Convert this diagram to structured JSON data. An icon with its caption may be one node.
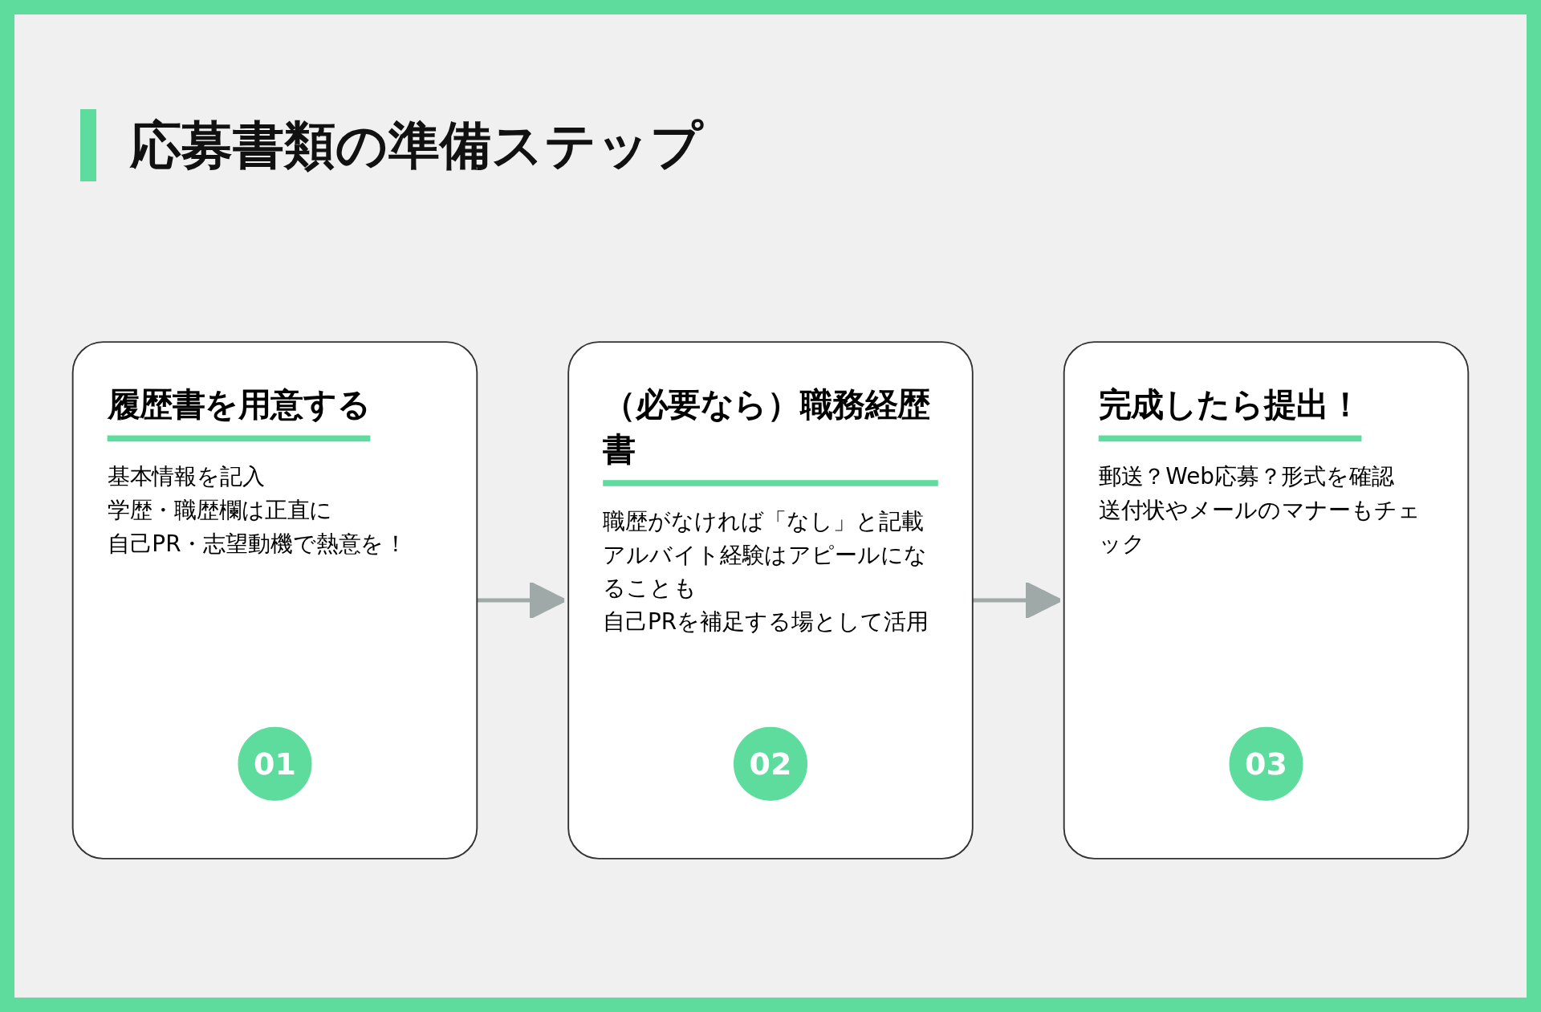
{
  "diagram": {
    "title": "応募書類の準備ステップ",
    "nodes": [
      {
        "text": [
          "履歴書を用意する",
          "基本情報を記入",
          "学歴・職歴欄は正直に",
          "自己PR・志望動機で熱意を！"
        ]
      },
      {
        "text": [
          "01"
        ],
        "in": 0
      },
      {
        "text": [
          "（必要なら）職務経歴書",
          "職歴がなければ「なし」と記載",
          "アルバイト経験はアピールになることも",
          "自己PRを補足する場として活用"
        ]
      },
      {
        "text": [
          "02"
        ],
        "in": 2
      },
      {
        "text": [
          "完成したら提出！",
          "郵送？Web応募？形式を確認",
          "送付状やメールのマナーもチェック"
        ]
      },
      {
        "text": [
          "03"
        ],
        "in": 4
      }
    ],
    "edges": [
      {
        "from": 0,
        "to": 2,
        "arrow": "to"
      },
      {
        "from": 2,
        "to": 4,
        "arrow": "to"
      }
    ]
  }
}
